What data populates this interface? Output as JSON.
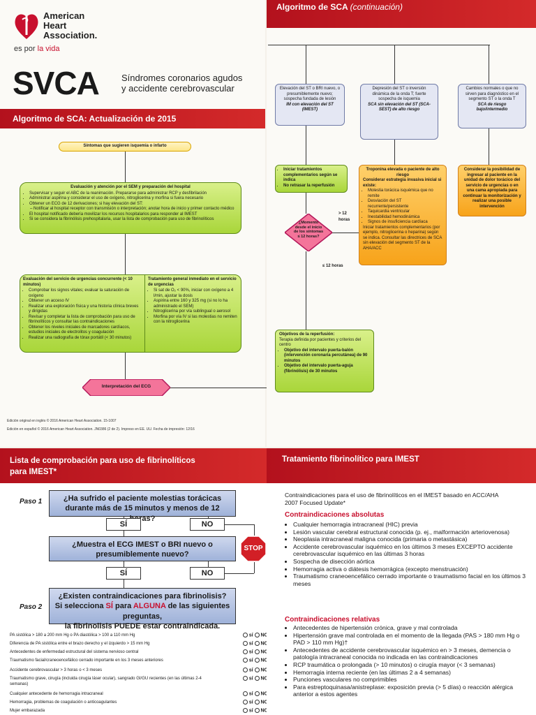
{
  "logo": {
    "line1": "American",
    "line2": "Heart",
    "line3": "Association.",
    "tagline_pre": "es por ",
    "tagline_red": "la vida"
  },
  "cover": {
    "title": "SVCA",
    "subtitle1": "Síndromes coronarios agudos",
    "subtitle2": "y accidente cerebrovascular"
  },
  "left_bar": "Algoritmo de SCA: Actualización de 2015",
  "right_bar": {
    "main": "Algoritmo de SCA",
    "cont": "(continuación)"
  },
  "flow": {
    "symptoms": "Síntomas que sugieren isquemia o infarto",
    "ems_title": "Evaluación y atención por el SEM y preparación del hospital",
    "ems_items": [
      "Supervisar y seguir el ABC de la reanimación. Prepararse para administrar RCP y desfibrilación",
      "Administrar aspirina y considerar el uso de oxígeno, nitroglicerina y morfina si fuera necesario",
      "Obtener un ECG de 12 derivaciones; si hay elevación del ST:",
      "Notificar al hospital receptor con transmisión o interpretación; anotar hora de inicio y primer contacto médico",
      "El hospital notificado debería movilizar los recursos hospitalarios para responder al IMEST",
      "Si se considera la fibrinólisis prehospitalaria, usar la lista de comprobación para uso de fibrinolíticos"
    ],
    "er_title": "Evaluación del servicio de urgencias concurrente (< 10 minutos)",
    "er_items": [
      "Comprobar los signos vitales; evaluar la saturación de oxígeno",
      "Obtener un acceso IV",
      "Realizar una exploración física y una historia clínica breves y dirigidas",
      "Revisar y completar la lista de comprobación para uso de fibrinolíticos y consultar las contraindicaciones",
      "Obtener los niveles iniciales de marcadores cardíacos, estudios iniciales de electrolitos y coagulación",
      "Realizar una radiografía de tórax portátil (< 30 minutos)"
    ],
    "tx_title": "Tratamiento general inmediato en el servicio de urgencias",
    "tx_items": [
      "Si sat de O₂ < 90%, iniciar con oxígeno a 4 l/min, ajustar la dosis",
      "Aspirina entre 160 y 325 mg (si no lo ha administrado el SEM)",
      "Nitroglicerina por vía sublingual o aerosol",
      "Morfina por vía IV si las molestias no remiten con la nitroglicerina"
    ],
    "ecg": "Interpretación del ECG",
    "edition1": "Edición original en inglés © 2016 American Heart Association. 15-1007",
    "edition2": "Edición en español © 2016 American Heart Association. JN0386 (2 de 2). Impreso en EE. UU. Fecha de impresión: 12/16",
    "st_up": "Elevación del ST o BRI nuevo, o presumiblemente nuevo; sospecha fundada de lesión",
    "st_up_b": "IM con elevación del ST (IMEST)",
    "st_down": "Depresión del ST o inversión dinámica de la onda T; fuerte sospecha de isquemia",
    "st_down_b": "SCA sin elevación del ST (SCA-SEST) de alto riesgo",
    "normal": "Cambios normales o que no sirven para diagnóstico en el segmento ST o la onda T",
    "normal_b": "SCA de riesgo bajo/intermedio",
    "start_tx": [
      "Iniciar tratamientos complementarios según se indica",
      "No retrasar la reperfusión"
    ],
    "diamond": "¿Momento desde el inicio de los síntomas ≤ 12 horas?",
    "gt12": "> 12 horas",
    "le12": "≤ 12 horas",
    "tropo_title": "Troponina elevada o paciente de alto riesgo",
    "tropo_sub": "Considerar estrategia invasiva inicial si existe:",
    "tropo_items": [
      "Molestia torácica isquémica que no remite",
      "Desviación del ST recurrente/persistente",
      "Taquicardia ventricular",
      "Inestabilidad hemodinámica",
      "Signos de insuficiencia cardíaca"
    ],
    "tropo_tail": "Iniciar tratamientos complementarios (por ejemplo, nitroglicerina o heparina) según se indica. Consultar las directrices de SCA sin elevación del segmento ST de la AHA/ACC",
    "consider": "Considerar la posibilidad de ingresar al paciente en la unidad de dolor torácico del servicio de urgencias o en una cama apropiada para continuar la monitorización y realizar una posible intervención",
    "reperf_title": "Objetivos de la reperfusión:",
    "reperf_sub": "Terapia definida por pacientes y criterios del centro",
    "reperf_items": [
      "Objetivo del intervalo puerta-balón (intervención coronaria percutánea) de 90 minutos",
      "Objetivo del intervalo puerta-aguja (fibrinólisis) de 30 minutos"
    ]
  },
  "checklist": {
    "bar_line1": "Lista de comprobación para uso de fibrinolíticos",
    "bar_line2": "para IMEST*",
    "paso1": "Paso 1",
    "q1": "¿Ha sufrido el paciente molestias torácicas durante más de 15 minutos y menos de 12 horas?",
    "si": "SÍ",
    "no": "NO",
    "q2": "¿Muestra el ECG IMEST o BRI nuevo o presumiblemente nuevo?",
    "stop": "STOP",
    "paso2": "Paso 2",
    "q3a": "¿Existen contraindicaciones para fibrinolisis?",
    "q3b_pre": "Si selecciona ",
    "q3b_si": "SÍ",
    "q3b_mid": " para ",
    "q3b_alg": "ALGUNA",
    "q3b_post": " de las siguientes preguntas,",
    "q3c": "la fibrinolisis PUEDE estar contraindicada.",
    "opt_si": "sí",
    "opt_no": "NO",
    "rows": [
      "PA sistólica > 180 a 200 mm Hg o PA diastólica > 100 a 110 mm Hg",
      "Diferencia de PA sistólica entre el brazo derecho y el izquierdo > 15 mm Hg",
      "Antecedentes de enfermedad estructural del sistema nervioso central",
      "Traumatismo facial/craneoencefálico cerrado importante en los 3 meses anteriores",
      "Accidente cerebrovascular > 3 horas o < 3 meses",
      "Traumatismo grave, cirugía (incluida cirugía láser ocular), sangrado GI/GU recientes (en las últimas 2-4 semanas)",
      "Cualquier antecedente de hemorragia intracraneal",
      "Hemorragia, problemas de coagulación o anticoagulantes",
      "Mujer embarazada"
    ]
  },
  "fibrino": {
    "bar": "Tratamiento fibrinolítico para IMEST",
    "intro": "Contraindicaciones para el uso de fibrinolíticos en el IMEST basado en ACC/AHA 2007 Focused Update*",
    "abs_title": "Contraindicaciones absolutas",
    "abs": [
      "Cualquier hemorragia intracraneal (HIC) previa",
      "Lesión vascular cerebral estructural conocida (p. ej., malformación arteriovenosa)",
      "Neoplasia intracraneal maligna conocida (primaria o metastásica)",
      "Accidente cerebrovascular isquémico en los últimos 3 meses EXCEPTO accidente cerebrovascular isquémico en las últimas 3 horas",
      "Sospecha de disección aórtica",
      "Hemorragia activa o diátesis hemorrágica (excepto menstruación)",
      "Traumatismo craneoencefálico cerrado importante o traumatismo facial en los últimos 3 meses"
    ],
    "rel_title": "Contraindicaciones relativas",
    "rel": [
      "Antecedentes de hipertensión crónica, grave y mal controlada",
      "Hipertensión grave mal controlada en el momento de la llegada (PAS > 180 mm Hg o PAD > 110 mm Hg)†",
      "Antecedentes de accidente cerebrovascular isquémico en > 3 meses, demencia o patología intracraneal conocida no indicada en las contraindicaciones",
      "RCP traumática o prolongada (> 10 minutos) o cirugía mayor (< 3 semanas)",
      "Hemorragia interna reciente (en las últimas 2 a 4 semanas)",
      "Punciones vasculares no comprimibles",
      "Para estreptoquinasa/anistreplase: exposición previa (> 5 días) o reacción alérgica anterior a estos agentes"
    ]
  }
}
